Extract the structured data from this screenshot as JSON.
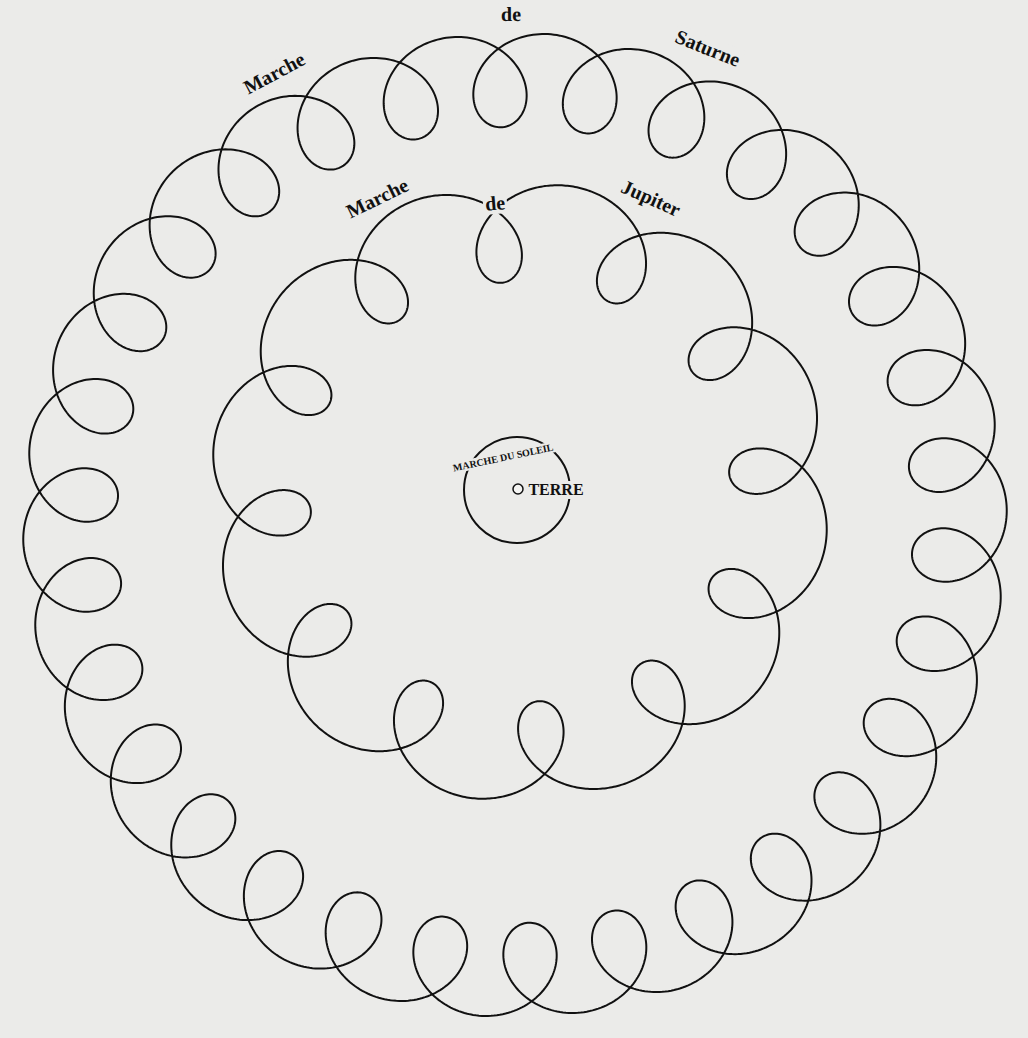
{
  "diagram": {
    "labels": [
      "Marche",
      "de",
      "Saturne",
      "Marche",
      "de",
      "Jupiter",
      "MARCHE DU SOLEIL",
      "TERRE"
    ]
  }
}
